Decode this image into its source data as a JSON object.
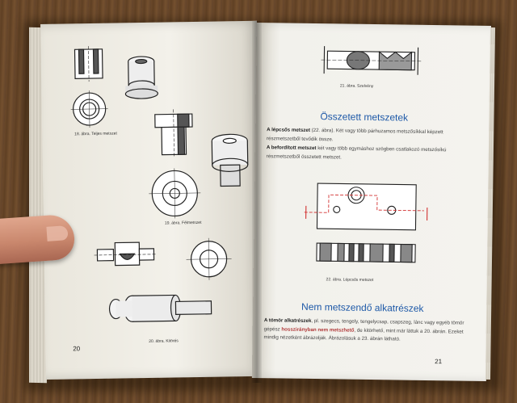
{
  "book": {
    "left_page": {
      "page_number": "20",
      "captions": {
        "fig18": "18. ábra.  Teljes metszet",
        "fig19": "19. ábra.  Félmetszet",
        "fig20": "20. ábra.  Kitörés"
      }
    },
    "right_page": {
      "page_number": "21",
      "captions": {
        "fig21": "21. ábra.  Szelvény",
        "fig22": "22. ábra.  Lépcsős metszet"
      },
      "section1": {
        "heading": "Összetett metszetek",
        "p1_term": "A lépcsős metszet",
        "p1_text": " (22. ábra). Két vagy több párhuzamos metszősíkkal képzett részmetszetből tevődik össze.",
        "p2_term": "A befordított metszet",
        "p2_text": " két vagy több egymáshoz szögben csatlakozó metszősíkú részmetszetből összetett metszet."
      },
      "section2": {
        "heading": "Nem metszendő alkatrészek",
        "p_term": "A tömör alkatrészek",
        "p_text1": ", pl. szegecs, tengely, tengelycsap, csapszeg, lánc vagy egyéb tömör gépész ",
        "p_hl1": "hosszirányban nem metszhető",
        "p_text2": ", de kitörhető, mint már láttuk a 20. ábrán. Ezeket mindig nézetként ábrázolják. Ábrázolásuk a 23. ábrán látható."
      }
    }
  }
}
